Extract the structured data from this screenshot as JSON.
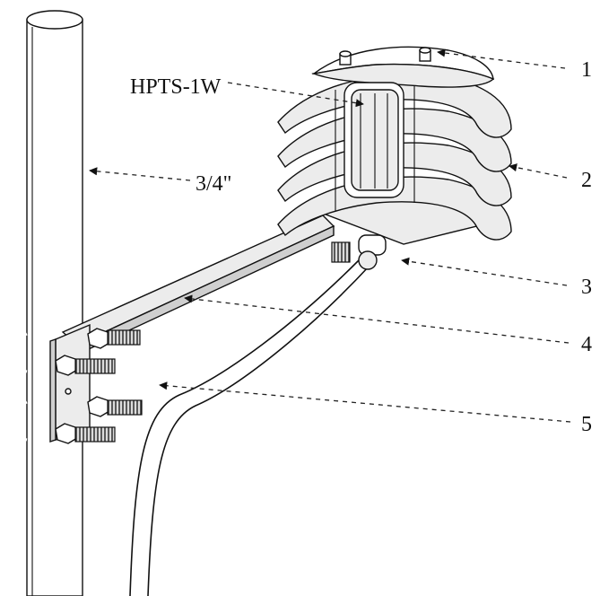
{
  "figure": {
    "labels": {
      "model": "HPTS-1W",
      "pipe_size": "3/4\"",
      "n1": "1",
      "n2": "2",
      "n3": "3",
      "n4": "4",
      "n5": "5"
    },
    "colors": {
      "line": "#111111",
      "shade": "#cfcfcf",
      "light": "#ececec",
      "background": "#ffffff"
    }
  }
}
